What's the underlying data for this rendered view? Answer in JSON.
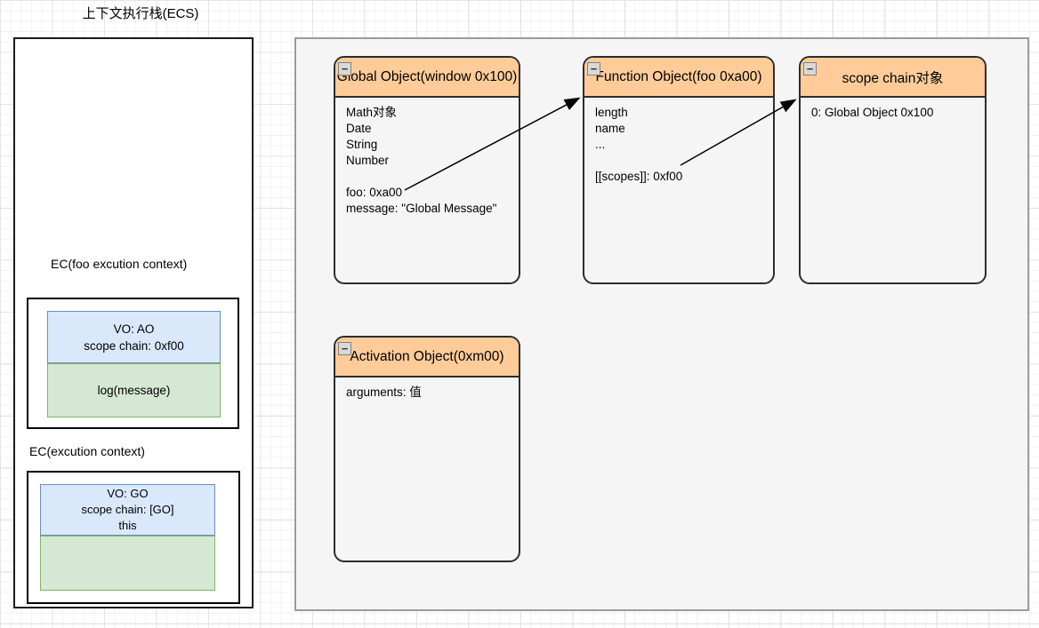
{
  "canvas": {
    "title": "上下文执行栈(ECS)"
  },
  "ecs": {
    "ec_foo": {
      "label": "EC(foo excution context)",
      "vo_line1": "VO: AO",
      "vo_line2": "scope chain: 0xf00",
      "code": "log(message)"
    },
    "ec_global": {
      "label": "EC(excution context)",
      "vo_line1": "VO: GO",
      "vo_line2": "scope chain: [GO]",
      "vo_line3": "this",
      "code": ""
    }
  },
  "cards": [
    {
      "id": "global-object",
      "title": "Global Object(window 0x100)",
      "lines": [
        "Math对象",
        "Date",
        "String",
        "Number",
        "",
        "foo: 0xa00",
        "message: \"Global Message\""
      ]
    },
    {
      "id": "function-object",
      "title": "Function Object(foo 0xa00)",
      "lines": [
        "length",
        "name",
        "...",
        "",
        "[[scopes]]: 0xf00"
      ]
    },
    {
      "id": "scope-chain",
      "title": "scope chain对象",
      "lines": [
        "0: Global Object 0x100"
      ]
    },
    {
      "id": "activation-object",
      "title": "Activation Object(0xm00)",
      "lines": [
        "arguments: 值"
      ]
    }
  ],
  "icons": {
    "collapse_glyph": "−"
  },
  "arrows": [
    {
      "from": "foo: 0xa00 (Global Object)",
      "to": "Function Object(foo 0xa00)"
    },
    {
      "from": "[[scopes]]: 0xf00 (Function Object)",
      "to": "scope chain对象"
    }
  ],
  "colors": {
    "card_header_fill": "#ffcc99",
    "card_border": "#2d2d2d",
    "vo_fill": "#dae8fc",
    "vo_border": "#6c8ebf",
    "code_fill": "#d5e8d4",
    "code_border": "#82b366",
    "heap_panel_fill": "#f5f5f5",
    "heap_panel_border": "#9b9b9b",
    "grid_line": "#e4e4e4"
  }
}
